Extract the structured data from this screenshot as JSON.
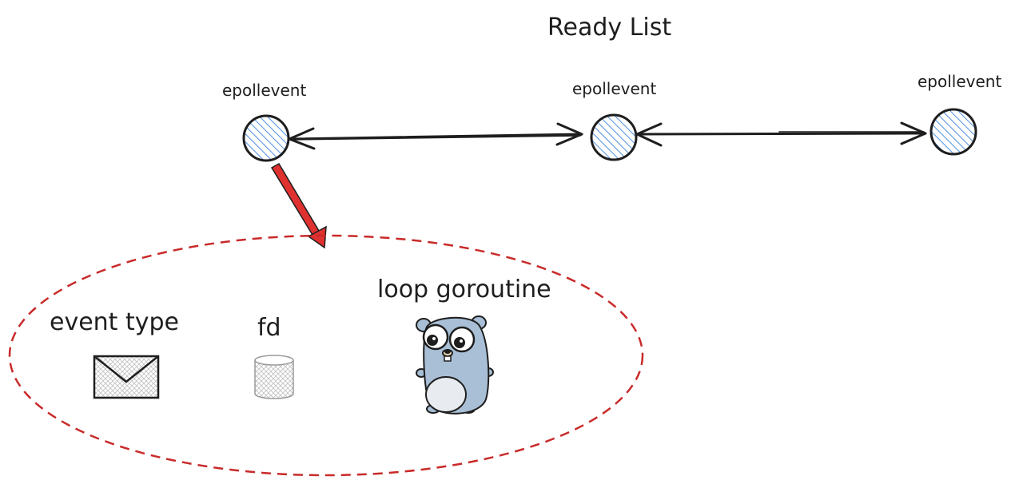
{
  "title": "Ready List",
  "nodes": [
    {
      "label": "epollevent"
    },
    {
      "label": "epollevent"
    },
    {
      "label": "epollevent"
    }
  ],
  "detail_group": {
    "items": [
      {
        "label": "event type",
        "icon": "envelope-icon"
      },
      {
        "label": "fd",
        "icon": "database-cylinder-icon"
      },
      {
        "label": "loop goroutine",
        "icon": "go-gopher-icon"
      }
    ]
  },
  "colors": {
    "node_stroke": "#1e1e1e",
    "node_hatch": "#4a90e2",
    "pointer_arrow": "#e03131",
    "group_outline": "#c92a2a",
    "gopher_body": "#a8bfd6",
    "gopher_belly": "#e8ecf0"
  }
}
